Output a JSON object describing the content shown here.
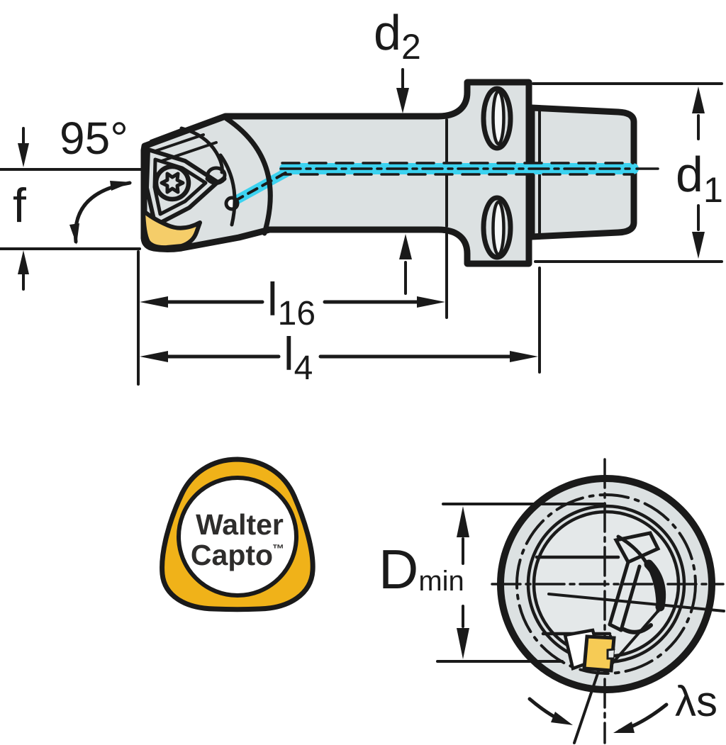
{
  "drawing": {
    "kind": "tool-holder technical drawing",
    "views": {
      "side_view": "boring bar with Capto coupling",
      "front_view": "coupling end view",
      "logo": "Walter Capto brand mark"
    }
  },
  "labels": {
    "angle": "95°",
    "f": "f",
    "d2": {
      "main": "d",
      "sub": "2"
    },
    "d1": {
      "main": "d",
      "sub": "1"
    },
    "l16": {
      "main": "l",
      "sub": "16"
    },
    "l4": {
      "main": "l",
      "sub": "4"
    },
    "dmin": {
      "main": "D",
      "sub": "min"
    },
    "lambda_s": "λs"
  },
  "logo": {
    "line1": "Walter",
    "line2": "Capto",
    "trademark": "™"
  },
  "colors": {
    "outline": "#1a1a1a",
    "body_fill": "#dce1e2",
    "bore_fill": "#e4e8e9",
    "coolant_cyan": "#3cd2f0",
    "insert_yellow": "#f5cd69",
    "front_insert_yellow": "#f6cb55",
    "logo_gold": "#f0b219",
    "logo_text": "#2e2d2c"
  }
}
